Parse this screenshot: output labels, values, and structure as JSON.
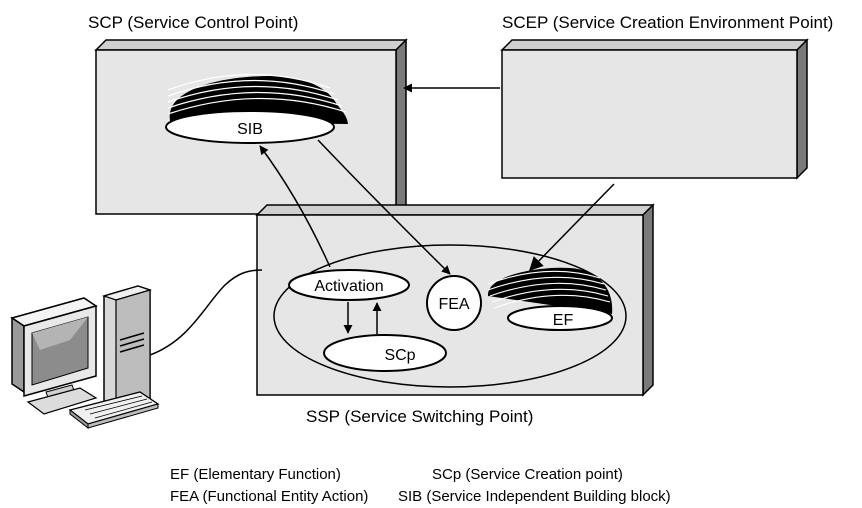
{
  "nodes": {
    "scp": {
      "label": "SCP (Service Control Point)"
    },
    "scep": {
      "label": "SCEP (Service Creation Environment Point)"
    },
    "ssp": {
      "label": "SSP (Service Switching Point)"
    },
    "sib": {
      "label": "SIB"
    },
    "activation": {
      "label": "Activation"
    },
    "fea": {
      "label": "FEA"
    },
    "ef": {
      "label": "EF"
    },
    "scp_small": {
      "label": "SCp"
    }
  },
  "legend": [
    {
      "abbr": "EF (Elementary Function)"
    },
    {
      "abbr": "SCp (Service Creation point)"
    },
    {
      "abbr": "FEA (Functional Entity Action)"
    },
    {
      "abbr": "SIB (Service Independent Building block)"
    }
  ],
  "icons": {
    "computer": "desktop-computer-icon"
  }
}
